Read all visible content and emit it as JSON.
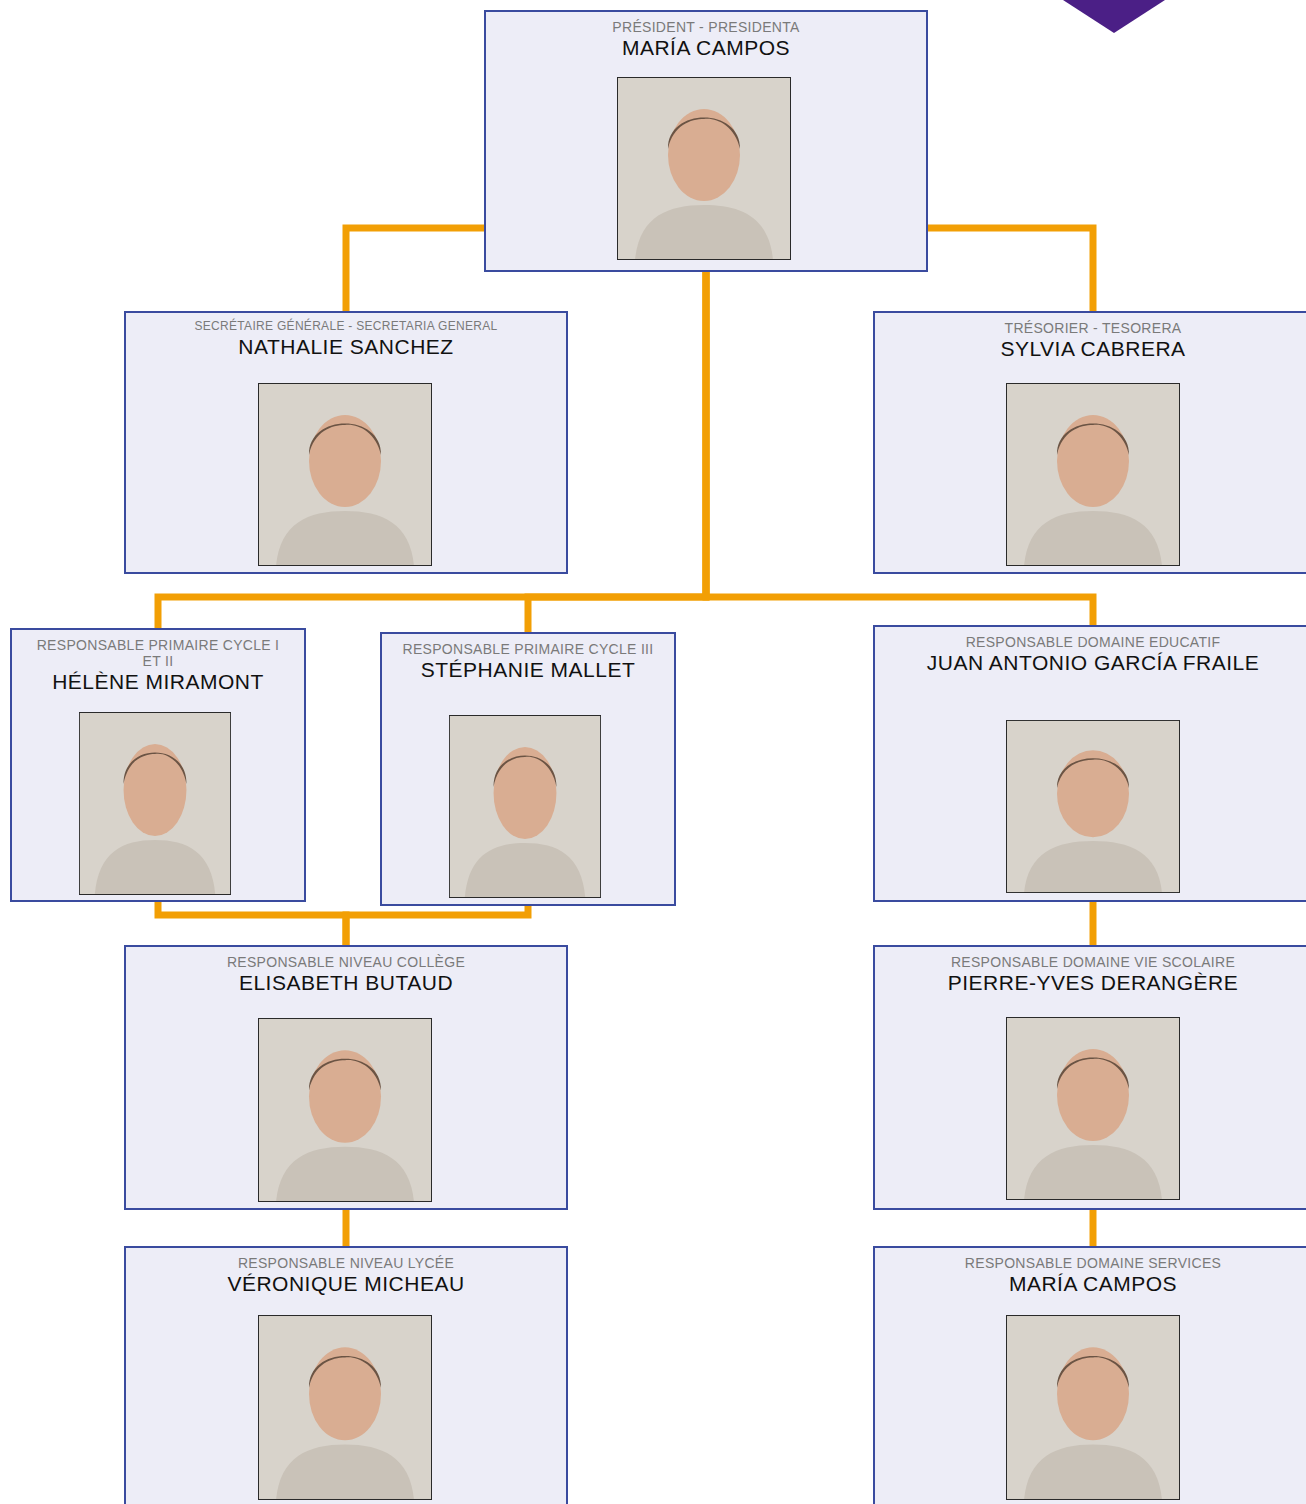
{
  "diagram": {
    "nodes": [
      {
        "text": [
          "PRÉSIDENT - PRESIDENTA",
          "MARÍA CAMPOS"
        ]
      },
      {
        "text": [
          "SECRÉTAIRE GÉNÉRALE - SECRETARIA GENERAL",
          "NATHALIE SANCHEZ"
        ]
      },
      {
        "text": [
          "TRÉSORIER - TESORERA",
          "SYLVIA CABRERA"
        ]
      },
      {
        "text": [
          "RESPONSABLE PRIMAIRE CYCLE I ET II",
          "HÉLÈNE MIRAMONT"
        ]
      },
      {
        "text": [
          "RESPONSABLE PRIMAIRE CYCLE III",
          "STÉPHANIE MALLET"
        ]
      },
      {
        "text": [
          "RESPONSABLE DOMAINE EDUCATIF",
          "JUAN ANTONIO GARCÍA FRAILE"
        ]
      },
      {
        "text": [
          "RESPONSABLE NIVEAU COLLÈGE",
          "ELISABETH BUTAUD"
        ]
      },
      {
        "text": [
          "RESPONSABLE DOMAINE VIE SCOLAIRE",
          "PIERRE-YVES DERANGÈRE"
        ]
      },
      {
        "text": [
          "RESPONSABLE NIVEAU LYCÉE",
          "VÉRONIQUE MICHEAU"
        ]
      },
      {
        "text": [
          "RESPONSABLE DOMAINE SERVICES",
          "MARÍA CAMPOS"
        ]
      }
    ],
    "edges": [
      {
        "from": 0,
        "to": 1,
        "arrow": "none"
      },
      {
        "from": 0,
        "to": 2,
        "arrow": "none"
      },
      {
        "from": 0,
        "to": 3,
        "arrow": "none"
      },
      {
        "from": 0,
        "to": 4,
        "arrow": "none"
      },
      {
        "from": 0,
        "to": 5,
        "arrow": "none"
      },
      {
        "from": 3,
        "to": 6,
        "arrow": "none"
      },
      {
        "from": 4,
        "to": 6,
        "arrow": "none"
      },
      {
        "from": 6,
        "to": 8,
        "arrow": "none"
      },
      {
        "from": 5,
        "to": 7,
        "arrow": "none"
      },
      {
        "from": 7,
        "to": 9,
        "arrow": "none"
      }
    ]
  }
}
